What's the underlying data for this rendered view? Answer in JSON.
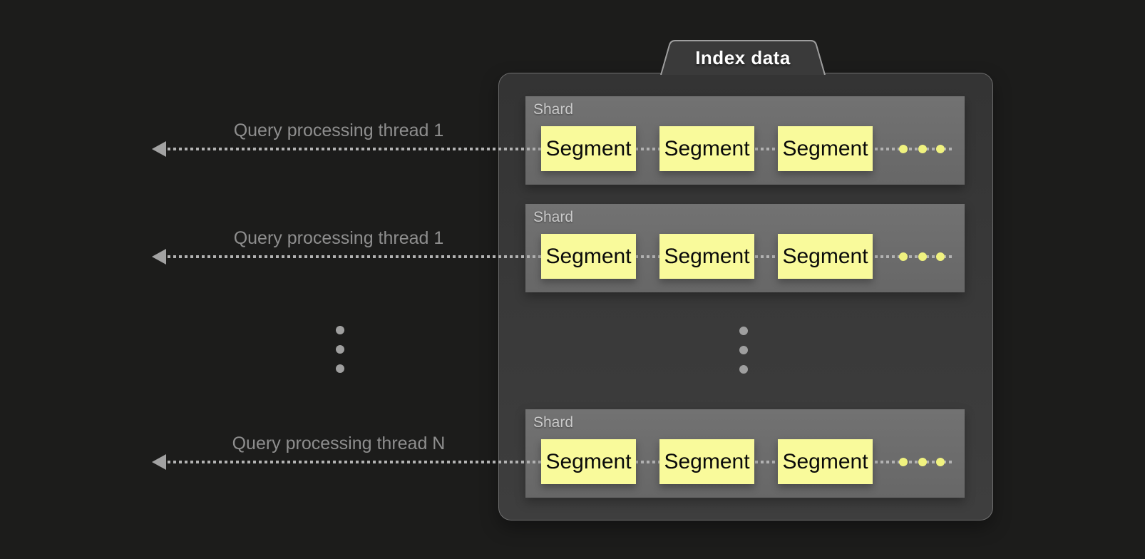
{
  "title": "Index data",
  "shards": [
    {
      "label": "Shard",
      "segments": [
        "Segment",
        "Segment",
        "Segment"
      ],
      "more_indicator": "ellipsis-dots"
    },
    {
      "label": "Shard",
      "segments": [
        "Segment",
        "Segment",
        "Segment"
      ],
      "more_indicator": "ellipsis-dots"
    },
    {
      "label": "Shard",
      "segments": [
        "Segment",
        "Segment",
        "Segment"
      ],
      "more_indicator": "ellipsis-dots"
    }
  ],
  "arrows": [
    {
      "label": "Query processing thread 1",
      "direction": "left"
    },
    {
      "label": "Query processing thread 1",
      "direction": "left"
    },
    {
      "label": "Query processing thread N",
      "direction": "left"
    }
  ],
  "colors": {
    "background": "#1c1c1b",
    "container_fill": "#3a3a3a",
    "container_border": "#9b9b9b",
    "shard_fill": "#6d6d6d",
    "shard_label_text": "#cbcbcb",
    "segment_fill": "#f9fa9b",
    "segment_text": "#0a0a0a",
    "ellipsis_yellow": "#f0f27f",
    "ellipsis_gray": "#9f9f9f",
    "arrow_line": "#b2b2b2",
    "arrow_label_text": "#8e8e8e",
    "title_text": "#ffffff"
  }
}
